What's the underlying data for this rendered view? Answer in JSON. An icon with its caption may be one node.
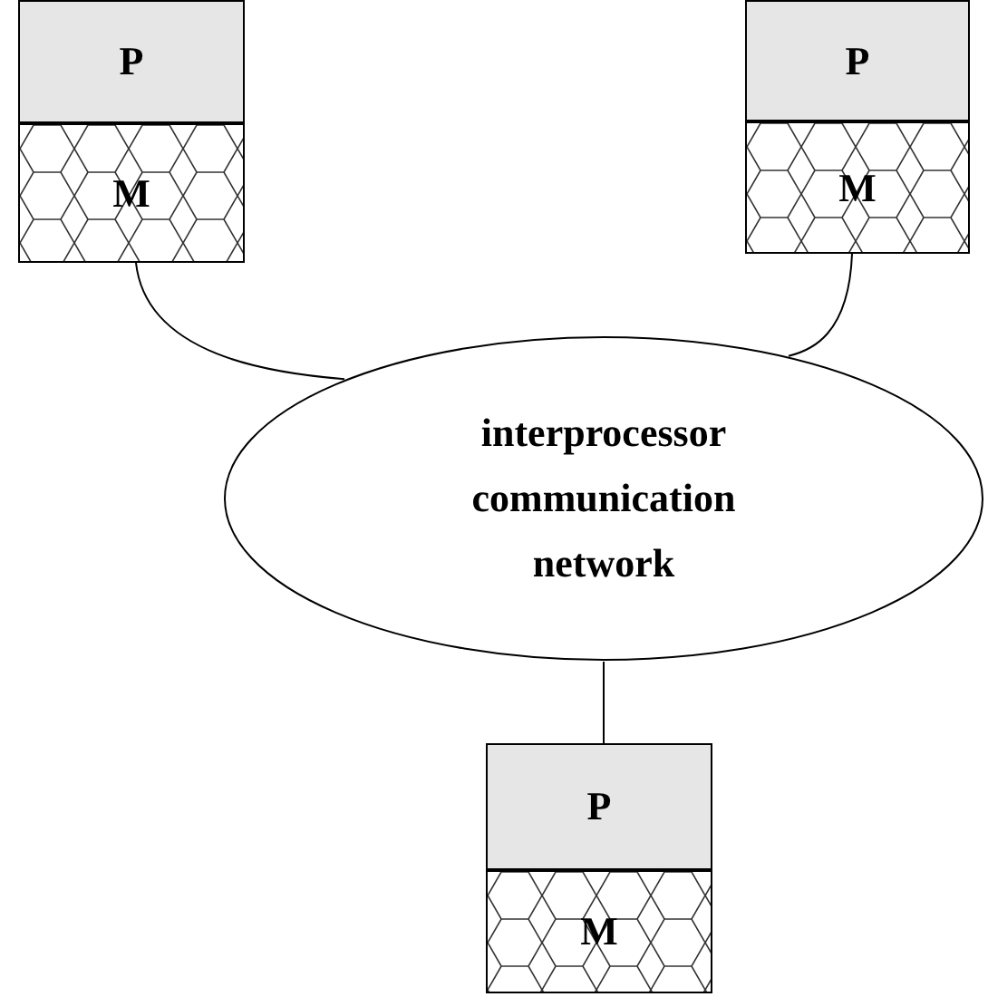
{
  "diagram": {
    "nodes": [
      {
        "text": [
          "P"
        ]
      },
      {
        "text": [
          "M"
        ]
      },
      {
        "text": [
          "P"
        ]
      },
      {
        "text": [
          "M"
        ]
      },
      {
        "text": [
          "interprocessor communication network"
        ]
      },
      {
        "text": [
          "P"
        ]
      },
      {
        "text": [
          "M"
        ]
      }
    ],
    "edges": [
      {
        "from": 1,
        "to": 4,
        "arrow": "none"
      },
      {
        "from": 3,
        "to": 4,
        "arrow": "none"
      },
      {
        "from": 4,
        "to": 5,
        "arrow": "none"
      }
    ]
  }
}
